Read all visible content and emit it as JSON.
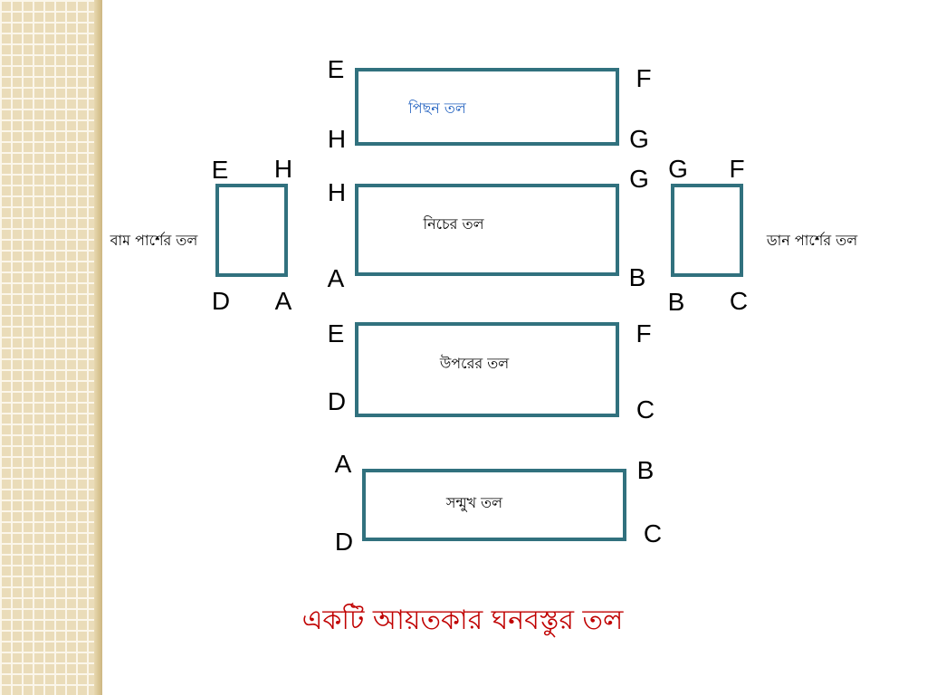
{
  "title": "একটি আয়তকার ঘনবস্তুর তল",
  "colors": {
    "face_border": "#31717e",
    "title": "#c00000",
    "back_label": "#1f5fbf",
    "corner_label": "#000000"
  },
  "faces": {
    "back": {
      "label": "পিছন তল",
      "corners": {
        "tl": "E",
        "tr": "F",
        "bl": "H",
        "br": "G"
      }
    },
    "bottom": {
      "label": "নিচের তল",
      "corners": {
        "tl": "H",
        "tr": "G",
        "bl": "A",
        "br": "B"
      }
    },
    "top": {
      "label": "উপরের তল",
      "corners": {
        "tl": "E",
        "tr": "F",
        "bl": "D",
        "br": "C"
      }
    },
    "front": {
      "label": "সন্মুখ তল",
      "corners": {
        "tl": "A",
        "tr": "B",
        "bl": "D",
        "br": "C"
      }
    },
    "left": {
      "label": "বাম পার্শের তল",
      "corners": {
        "tl": "E",
        "tr": "H",
        "bl": "D",
        "br": "A"
      }
    },
    "right": {
      "label": "ডান পার্শের তল",
      "corners": {
        "tl": "G",
        "tr": "F",
        "bl": "B",
        "br": "C"
      }
    }
  }
}
